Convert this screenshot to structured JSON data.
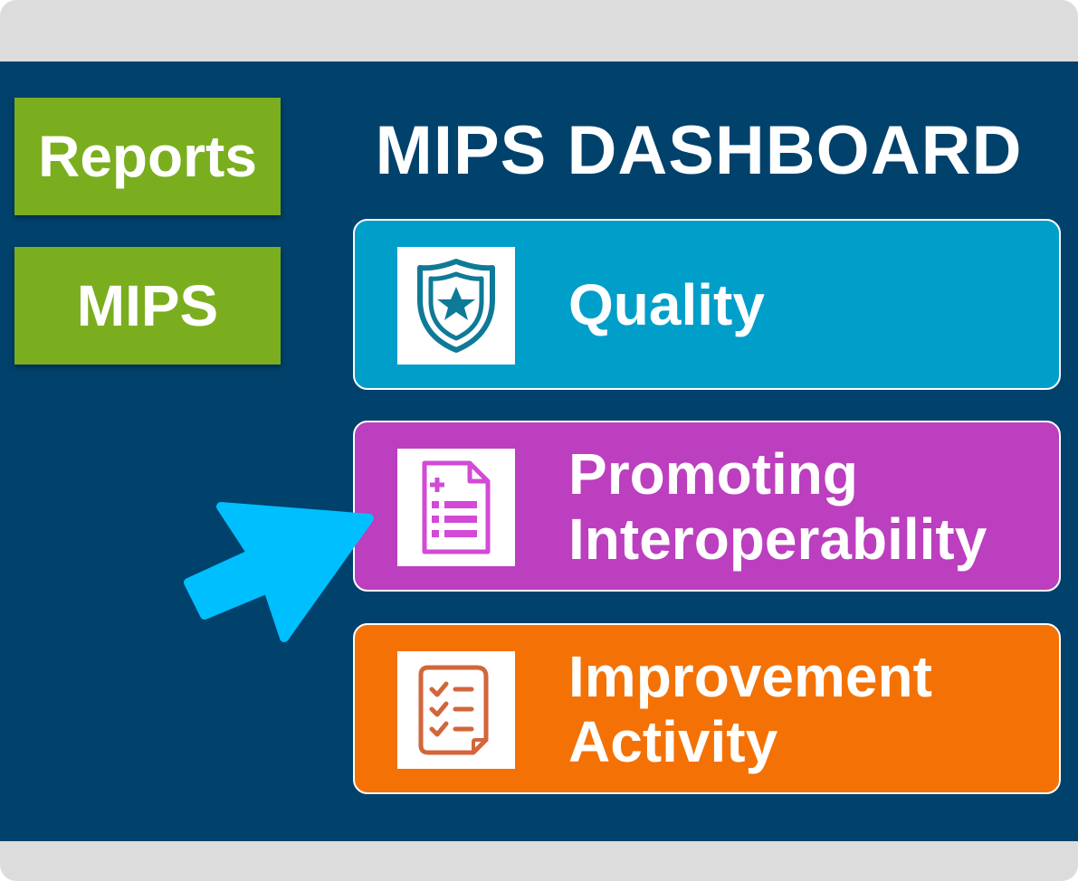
{
  "sidebar": {
    "reports_label": "Reports",
    "mips_label": "MIPS"
  },
  "dashboard": {
    "title": "MIPS DASHBOARD",
    "cards": [
      {
        "line1": "Quality",
        "line2": "",
        "icon": "shield-star-icon",
        "color": "#009fca"
      },
      {
        "line1": "Promoting",
        "line2": "Interoperability",
        "icon": "medical-document-icon",
        "color": "#bb3fbf"
      },
      {
        "line1": "Improvement",
        "line2": "Activity",
        "icon": "checklist-icon",
        "color": "#f47205"
      }
    ]
  },
  "colors": {
    "background": "#00426c",
    "sidebar_button": "#7aae1e",
    "cursor": "#00bfff",
    "frame": "#dcdcdc"
  },
  "cursor_icon": "pointer-arrow-icon"
}
